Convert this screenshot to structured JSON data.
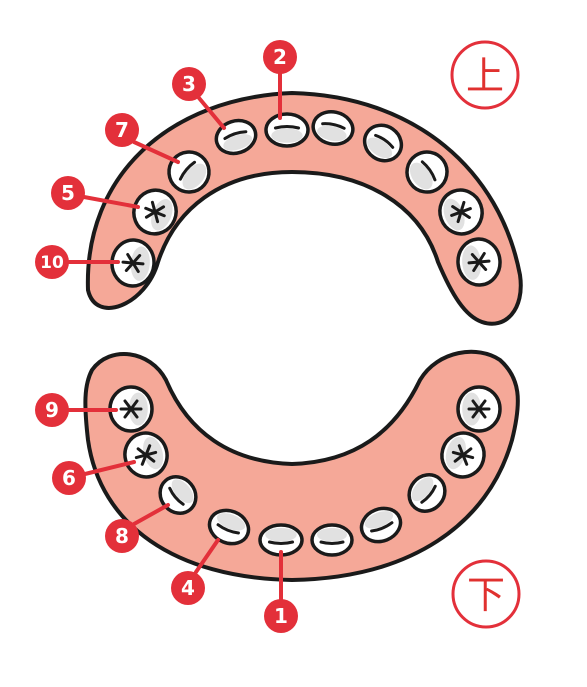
{
  "jaw_labels": {
    "upper": "上",
    "lower": "下"
  },
  "colors": {
    "gum": "#f5a898",
    "outline": "#1a1a1a",
    "tooth": "#ffffff",
    "tooth_shade": "#d9d9d9",
    "accent": "#e3303a"
  },
  "markers": {
    "upper": [
      {
        "label": "2"
      },
      {
        "label": "3"
      },
      {
        "label": "7"
      },
      {
        "label": "5"
      },
      {
        "label": "10"
      }
    ],
    "lower": [
      {
        "label": "9"
      },
      {
        "label": "6"
      },
      {
        "label": "8"
      },
      {
        "label": "4"
      },
      {
        "label": "1"
      }
    ]
  }
}
